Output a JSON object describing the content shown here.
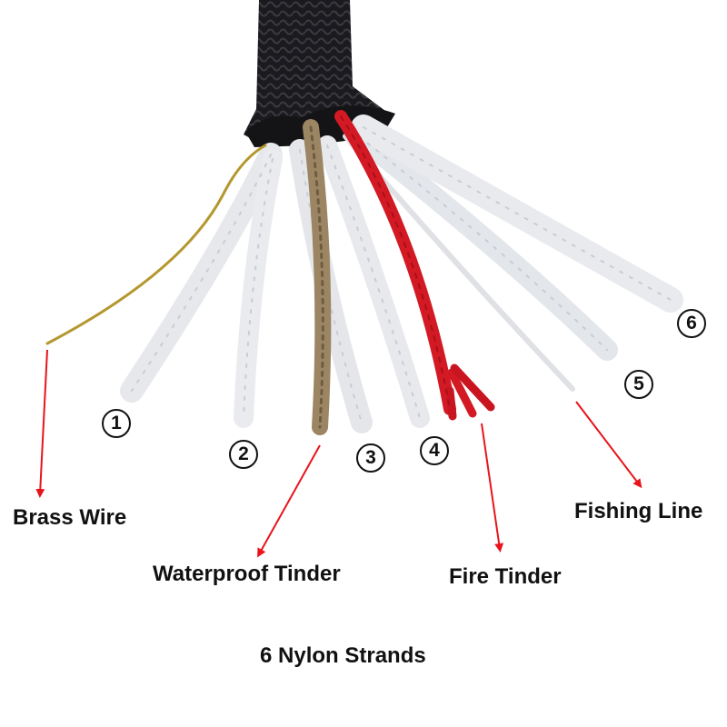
{
  "labels": {
    "brass_wire": "Brass Wire",
    "waterproof_tinder": "Waterproof Tinder",
    "fire_tinder": "Fire Tinder",
    "fishing_line": "Fishing Line",
    "nylon_strands": "6 Nylon Strands"
  },
  "strand_numbers": [
    "1",
    "2",
    "3",
    "4",
    "5",
    "6"
  ],
  "colors": {
    "arrow": "#e8141b",
    "sheath": "#1b1b1f",
    "nylon": "#e9ebee",
    "fire_tinder": "#d31a24",
    "waterproof_tinder": "#9c8563",
    "brass": "#b4972e"
  }
}
